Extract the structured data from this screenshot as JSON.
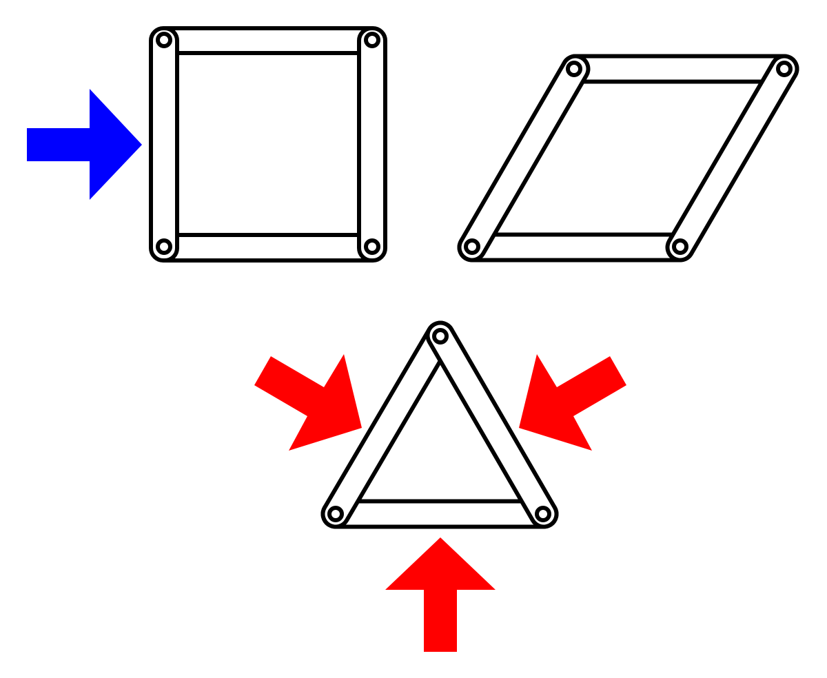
{
  "diagram": {
    "panels": [
      {
        "shape": "square-frame",
        "joints": 4,
        "force_arrows": 1,
        "arrow_color": "#0000ff",
        "arrow_direction": "right"
      },
      {
        "shape": "parallelogram-frame",
        "joints": 4,
        "force_arrows": 0
      },
      {
        "shape": "triangle-frame",
        "joints": 3,
        "force_arrows": 3,
        "arrow_color": "#ff0000",
        "arrow_directions": [
          "down-right",
          "down-left",
          "up"
        ]
      }
    ],
    "colors": {
      "stroke": "#000000",
      "fill": "#ffffff",
      "blue_arrow": "#0000ff",
      "red_arrow": "#ff0000"
    }
  }
}
